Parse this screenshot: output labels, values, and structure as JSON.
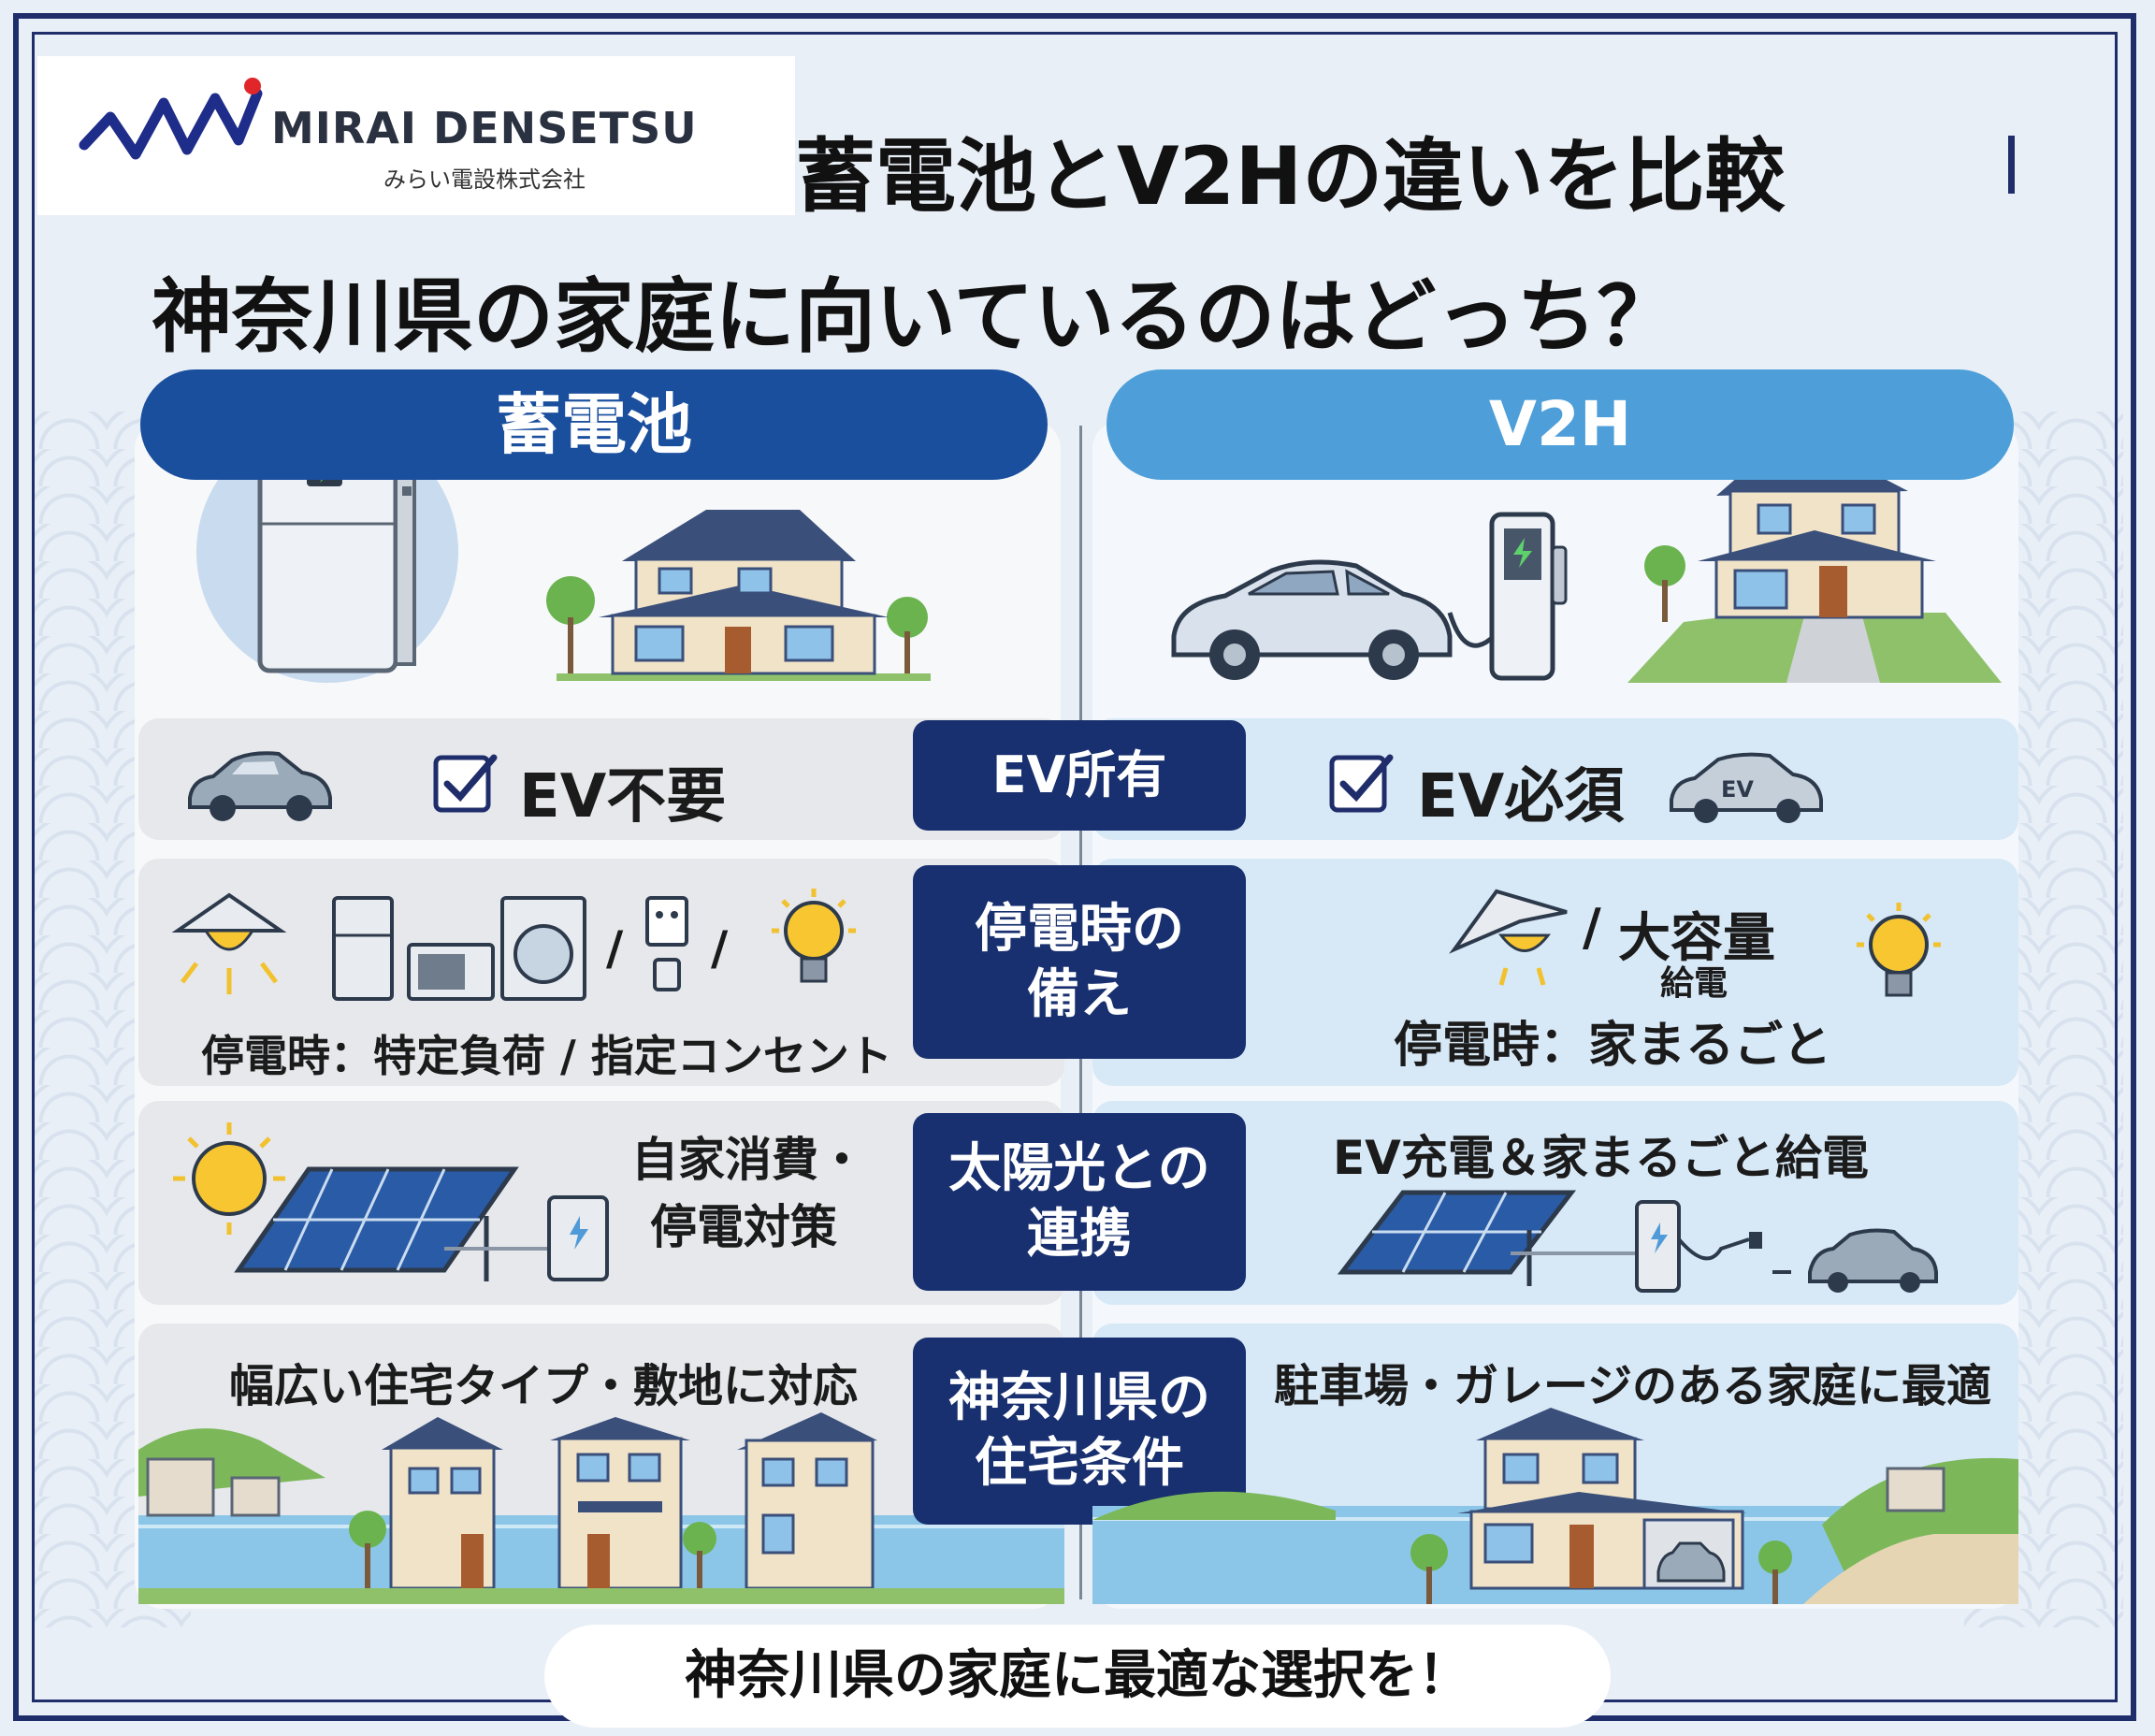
{
  "logo": {
    "name": "MIRAI DENSETSU",
    "sub": "みらい電設株式会社"
  },
  "title": {
    "line1": "蓄電池とV2Hの違いを比較",
    "line2": "神奈川県の家庭に向いているのはどっち？"
  },
  "columns": {
    "left": "蓄電池",
    "right": "V2H"
  },
  "rows": {
    "ev": {
      "center": "EV所有",
      "left": "EV不要",
      "right": "EV必須",
      "badge": "EV"
    },
    "outage": {
      "center": "停電時の\n備え",
      "left": "停電時：特定負荷 / 指定コンセント",
      "right_big": "大容量",
      "right_small": "給電",
      "right_main": "停電時：家まるごと",
      "slash": "/"
    },
    "solar": {
      "center": "太陽光との\n連携",
      "left_line1": "自家消費・",
      "left_line2": "停電対策",
      "right": "EV充電＆家まるごと給電"
    },
    "housing": {
      "center": "神奈川県の\n住宅条件",
      "left": "幅広い住宅タイプ・敷地に対応",
      "right": "駐車場・ガレージのある家庭に最適"
    }
  },
  "footer": "神奈川県の家庭に最適な選択を！",
  "colors": {
    "navy": "#18306f",
    "left_header": "#1a4f9e",
    "right_header": "#4e9fd9"
  }
}
